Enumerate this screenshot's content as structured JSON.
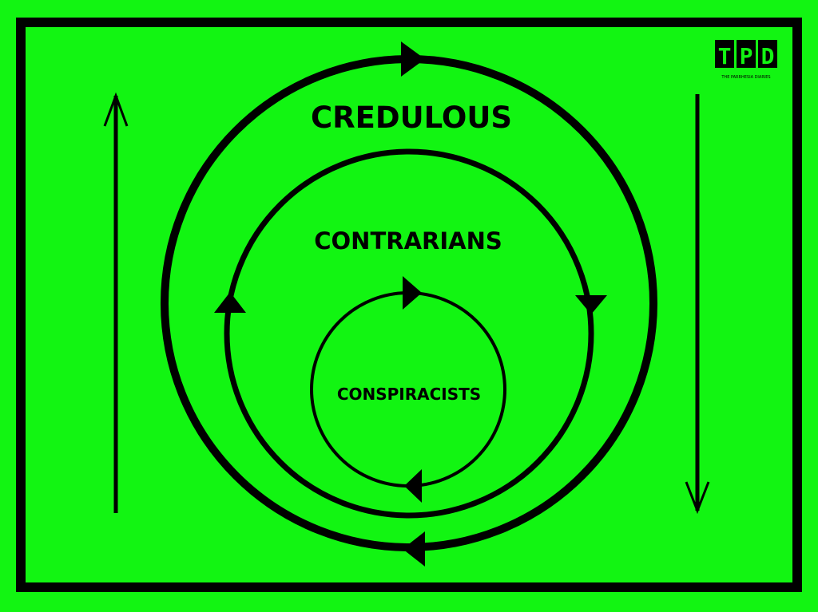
{
  "labels": {
    "outer": "CREDULOUS",
    "middle": "CONTRARIANS",
    "inner": "CONSPIRACISTS"
  },
  "logo": {
    "letters": [
      "T",
      "P",
      "D"
    ],
    "subtitle": "THE PARRHESIA DIARIES"
  },
  "colors": {
    "background": "#12f512",
    "ink": "#000000"
  }
}
